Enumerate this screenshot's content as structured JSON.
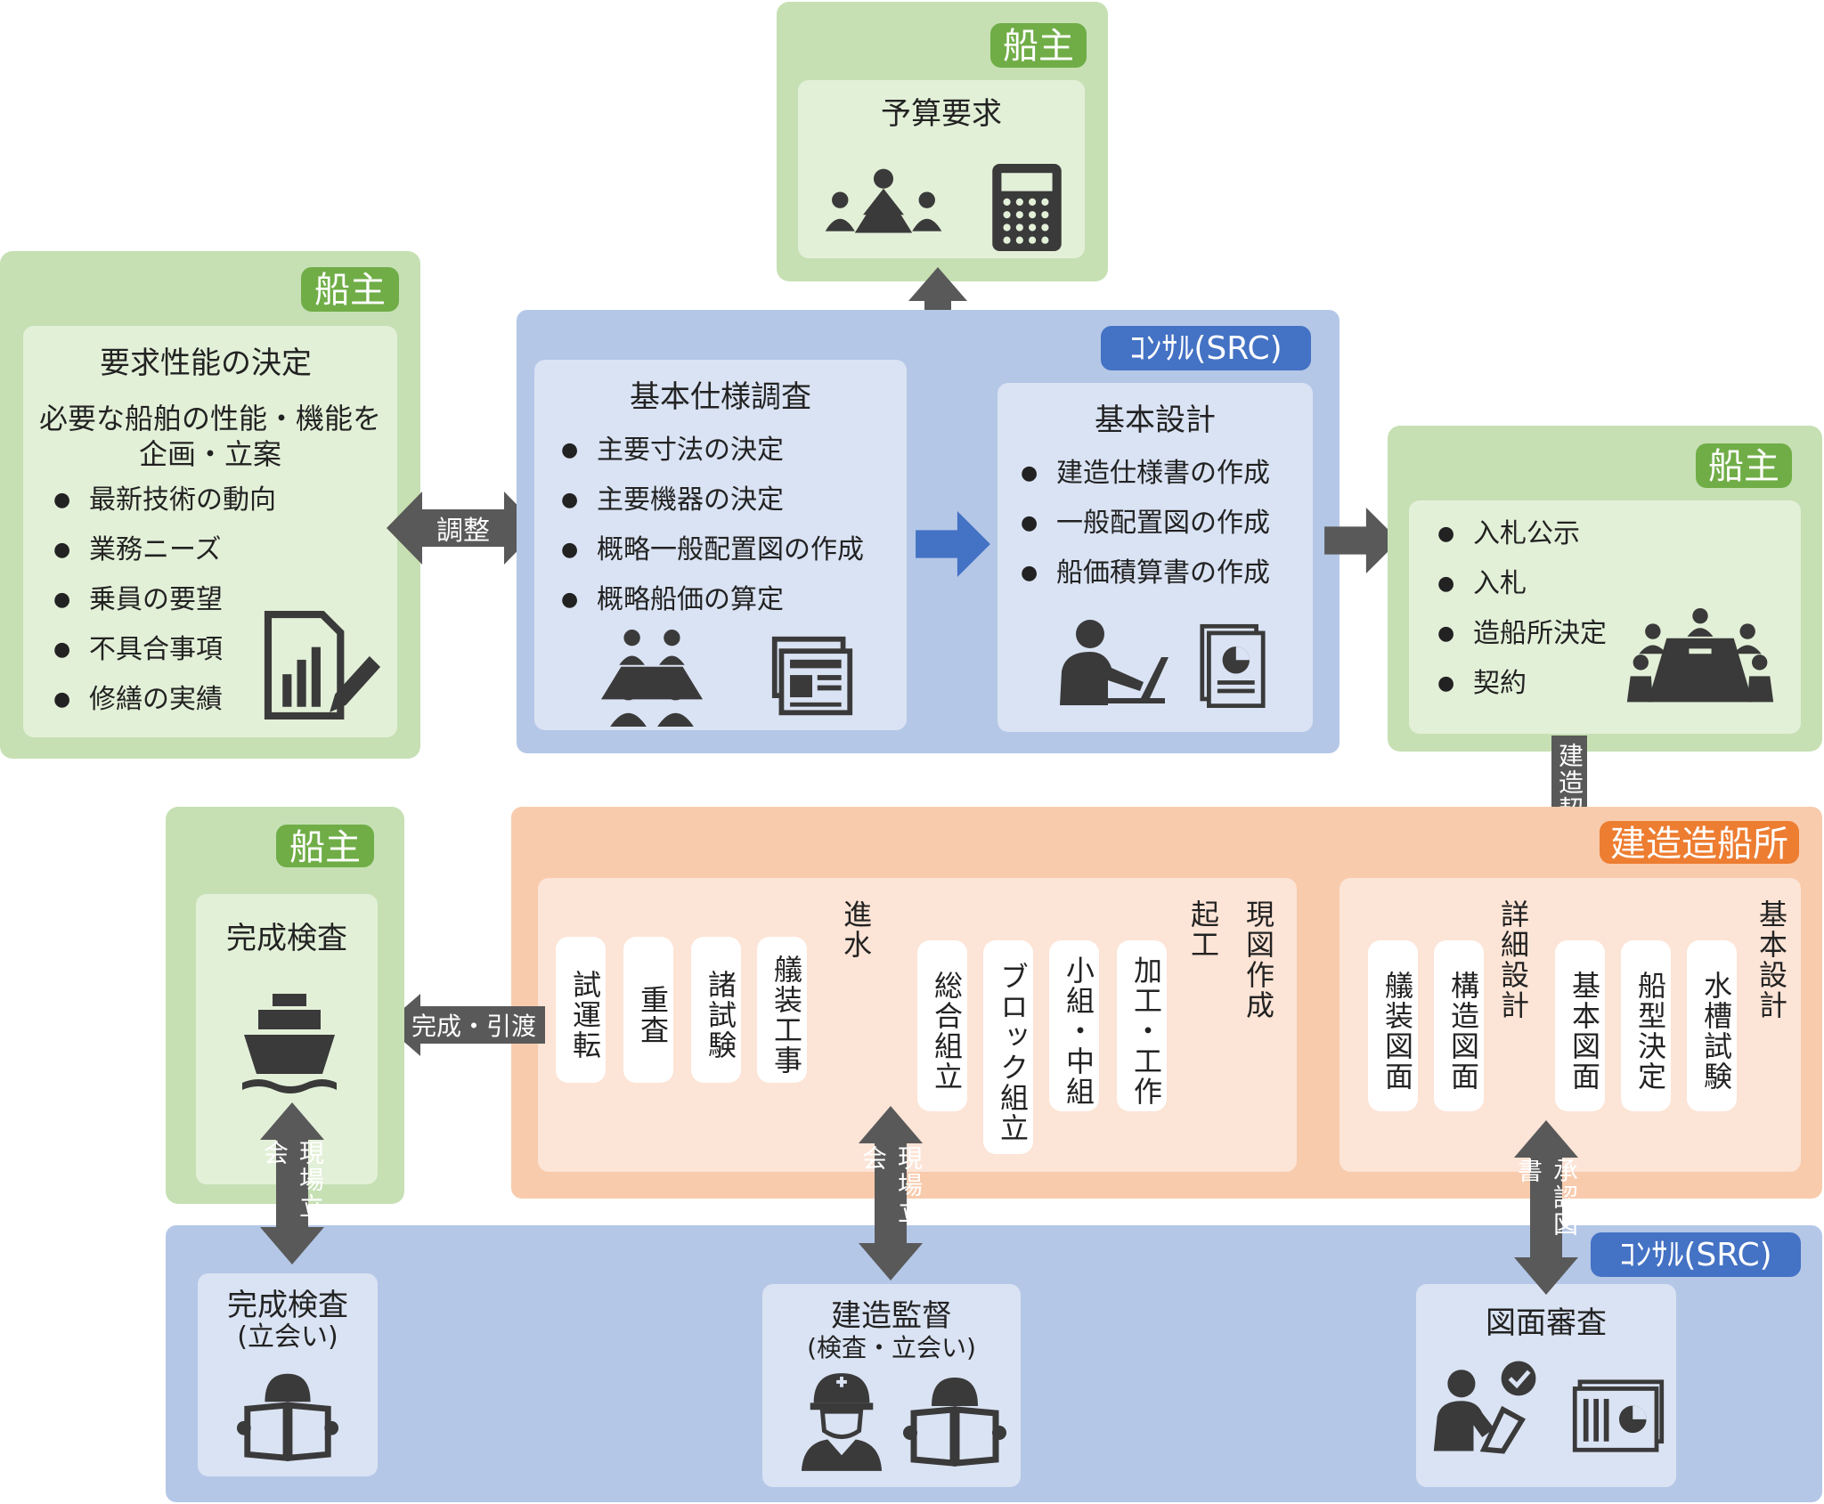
{
  "badges": {
    "owner": "船主",
    "consultant": "ｺﾝｻﾙ(SRC)",
    "shipyard": "建造造船所"
  },
  "budget": {
    "title": "予算要求"
  },
  "requirements": {
    "title": "要求性能の決定",
    "subtitle_line1": "必要な船舶の性能・機能を",
    "subtitle_line2": "企画・立案",
    "items": [
      "最新技術の動向",
      "業務ニーズ",
      "乗員の要望",
      "不具合事項",
      "修繕の実績"
    ]
  },
  "arrows": {
    "adjust": "調整",
    "contract": "建造契約",
    "handover": "完成・引渡",
    "site_witness": "現場立会",
    "approval": "承認図書"
  },
  "basic_spec": {
    "title": "基本仕様調査",
    "items": [
      "主要寸法の決定",
      "主要機器の決定",
      "概略一般配置図の作成",
      "概略船価の算定"
    ]
  },
  "basic_design": {
    "title": "基本設計",
    "items": [
      "建造仕様書の作成",
      "一般配置図の作成",
      "船価積算書の作成"
    ]
  },
  "tender": {
    "items": [
      "入札公示",
      "入札",
      "造船所決定",
      "契約"
    ]
  },
  "construction": {
    "launch": "進水",
    "keel": "起工",
    "drawing": "現図作成",
    "steps_a": [
      "試運転",
      "重査",
      "諸試験",
      "艤装工事"
    ],
    "steps_b": [
      "総合組立",
      "ブロック組立",
      "小組・中組",
      "加工・工作"
    ]
  },
  "design": {
    "detail": "詳細設計",
    "basic": "基本設計",
    "steps_a": [
      "艤装図面",
      "構造図面"
    ],
    "steps_b": [
      "基本図面",
      "船型決定",
      "水槽試験"
    ]
  },
  "completion": {
    "title": "完成検査"
  },
  "consult_bottom": {
    "inspection_title": "完成検査",
    "inspection_sub": "(立会い)",
    "supervision_title": "建造監督",
    "supervision_sub": "(検査・立会い)",
    "review_title": "図面審査"
  },
  "colors": {
    "green_outer": "#c6e0b4",
    "green_inner": "#e3f0d8",
    "green_badge": "#70ad47",
    "blue_outer": "#b4c7e7",
    "blue_inner": "#dae3f3",
    "blue_badge": "#4472c4",
    "orange_outer": "#f8cbad",
    "orange_inner": "#fce4d6",
    "orange_badge": "#ed7d31",
    "arrow_gray": "#595959",
    "arrow_blue": "#4472c4",
    "icon": "#3a3a3a"
  }
}
